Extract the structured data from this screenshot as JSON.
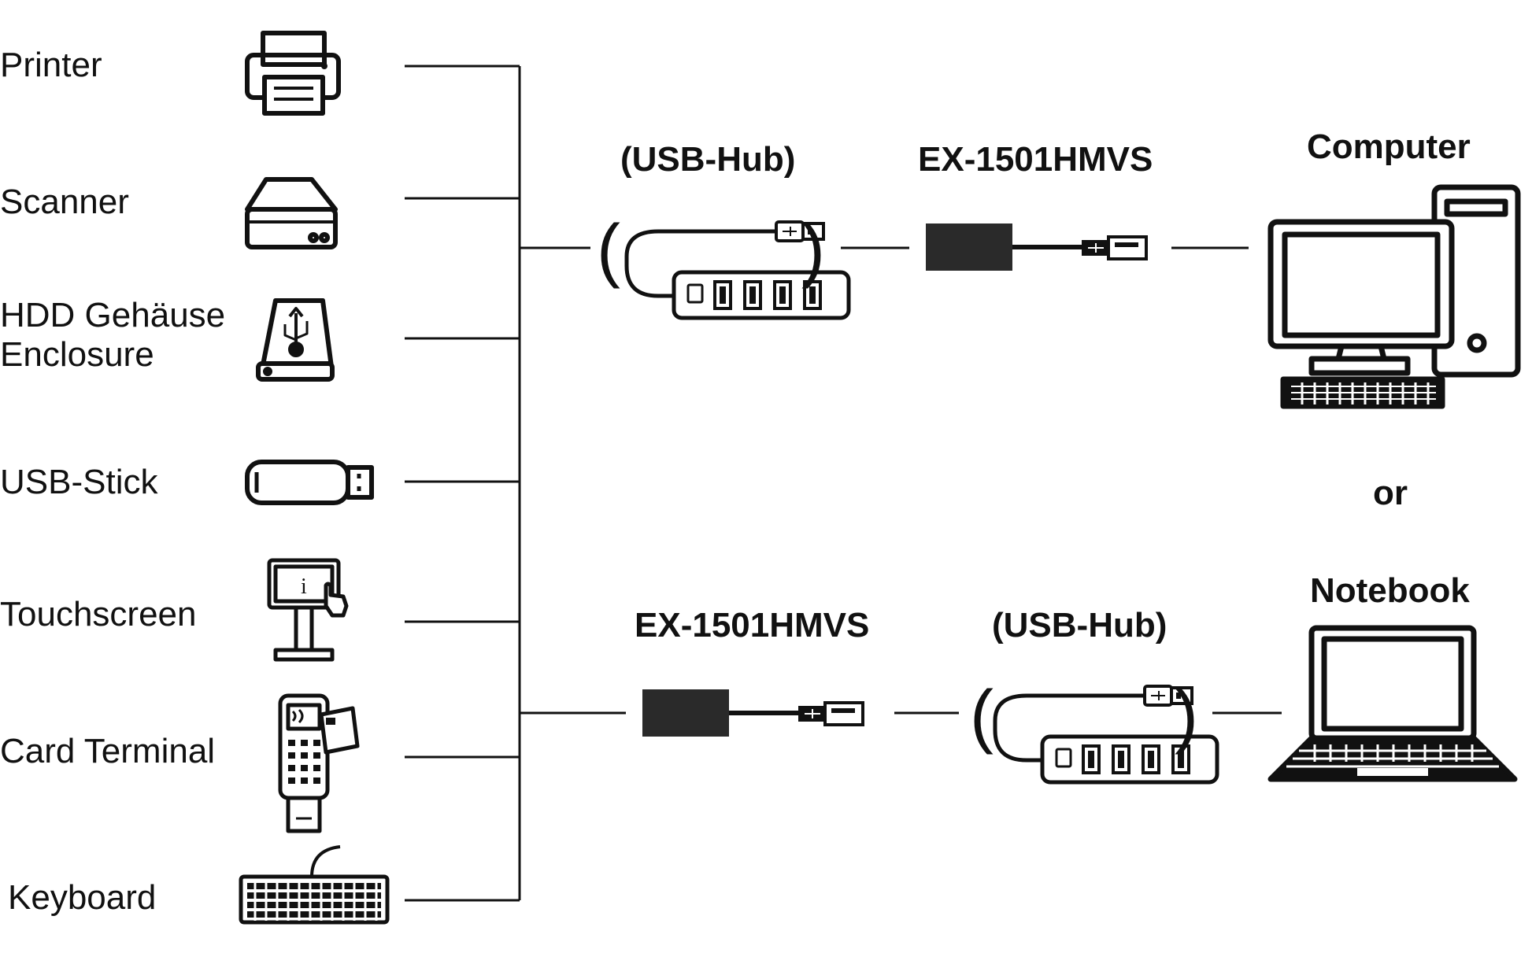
{
  "devices": [
    {
      "label": "Printer",
      "icon": "printer-icon"
    },
    {
      "label": "Scanner",
      "icon": "scanner-icon"
    },
    {
      "label_line1": "HDD Gehäuse",
      "label_line2": "Enclosure",
      "icon": "hdd-enclosure-icon"
    },
    {
      "label": "USB-Stick",
      "icon": "usb-stick-icon"
    },
    {
      "label": "Touchscreen",
      "icon": "touchscreen-kiosk-icon"
    },
    {
      "label": "Card Terminal",
      "icon": "card-terminal-icon"
    },
    {
      "label": "Keyboard",
      "icon": "keyboard-icon"
    }
  ],
  "top_path": {
    "hub_label": "(USB-Hub)",
    "adapter_label": "EX-1501HMVS",
    "target_label": "Computer",
    "target_icon": "desktop-computer-icon"
  },
  "separator": "or",
  "bottom_path": {
    "adapter_label": "EX-1501HMVS",
    "hub_label": "(USB-Hub)",
    "target_label": "Notebook",
    "target_icon": "notebook-icon"
  },
  "colors": {
    "line": "#111111",
    "adapter_body": "#2a2a2a"
  }
}
